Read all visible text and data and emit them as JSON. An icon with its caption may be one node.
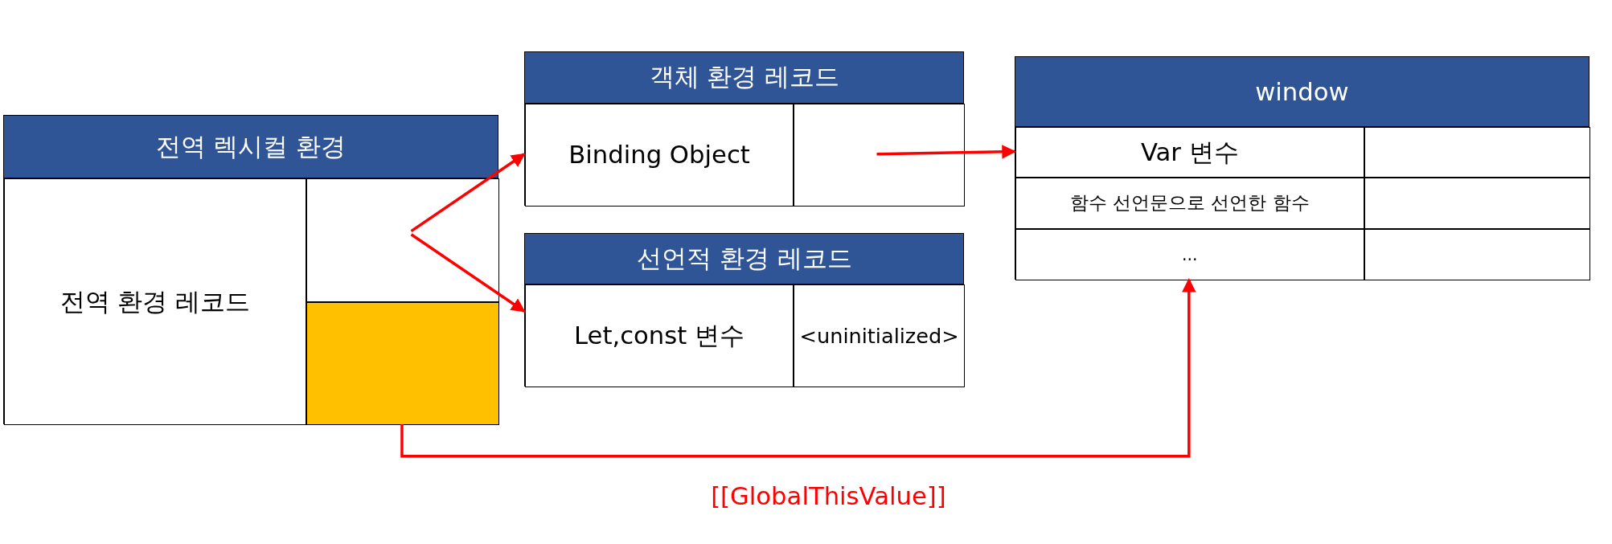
{
  "diagram": {
    "nodes": [
      {
        "text": [
          "전역 렉시컬 환경"
        ]
      },
      {
        "text": [
          "전역 환경 레코드"
        ],
        "in": 0
      },
      {
        "text": [],
        "shape": "box",
        "in": 0
      },
      {
        "text": [],
        "shape": "box",
        "in": 0
      },
      {
        "text": [
          "객체 환경 레코드"
        ]
      },
      {
        "text": [
          "Binding Object"
        ],
        "in": 4
      },
      {
        "text": [],
        "shape": "box",
        "in": 4
      },
      {
        "text": [
          "선언적 환경 레코드"
        ]
      },
      {
        "text": [
          "Let,const 변수"
        ],
        "in": 7
      },
      {
        "text": [
          "<uninitialized>"
        ],
        "in": 7
      },
      {
        "text": [
          "window"
        ]
      },
      {
        "text": [
          "Var 변수"
        ],
        "in": 10
      },
      {
        "text": [],
        "shape": "box",
        "in": 10
      },
      {
        "text": [
          "함수 선언문으로 선언한 함수"
        ],
        "in": 10
      },
      {
        "text": [],
        "shape": "box",
        "in": 10
      },
      {
        "text": [
          "..."
        ],
        "in": 10
      },
      {
        "text": [],
        "shape": "box",
        "in": 10
      }
    ],
    "edges": [
      {
        "from": 2,
        "to": 5,
        "arrow": "to"
      },
      {
        "from": 2,
        "to": 8,
        "arrow": "to"
      },
      {
        "from": 6,
        "to": 11,
        "arrow": "to"
      },
      {
        "from": 3,
        "to": 15,
        "arrow": "to",
        "label": "[[GlobalThisValue]]"
      }
    ]
  }
}
